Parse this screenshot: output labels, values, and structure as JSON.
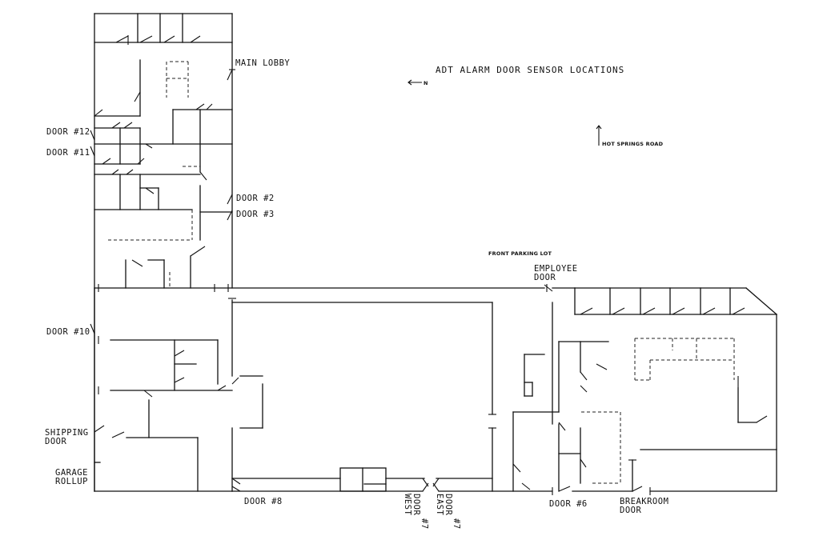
{
  "title": "ADT ALARM DOOR SENSOR LOCATIONS",
  "north_label": "N",
  "road_label": "HOT SPRINGS ROAD",
  "parking_label": "FRONT PARKING LOT",
  "labels": {
    "main_lobby": "MAIN LOBBY",
    "door_12": "DOOR #12",
    "door_11": "DOOR #11",
    "door_2": "DOOR #2",
    "door_3": "DOOR #3",
    "door_10": "DOOR #10",
    "shipping_1": "SHIPPING",
    "shipping_2": "DOOR",
    "garage_1": "GARAGE",
    "garage_2": "ROLLUP",
    "door_8": "DOOR #8",
    "door_west": "DOOR",
    "door_west_2": "WEST",
    "door_west_3": "#7",
    "door_east": "DOOR",
    "door_east_2": "EAST",
    "door_east_3": "#7",
    "door_6": "DOOR #6",
    "employee_1": "EMPLOYEE",
    "employee_2": "DOOR",
    "breakroom_1": "BREAKROOM",
    "breakroom_2": "DOOR"
  }
}
